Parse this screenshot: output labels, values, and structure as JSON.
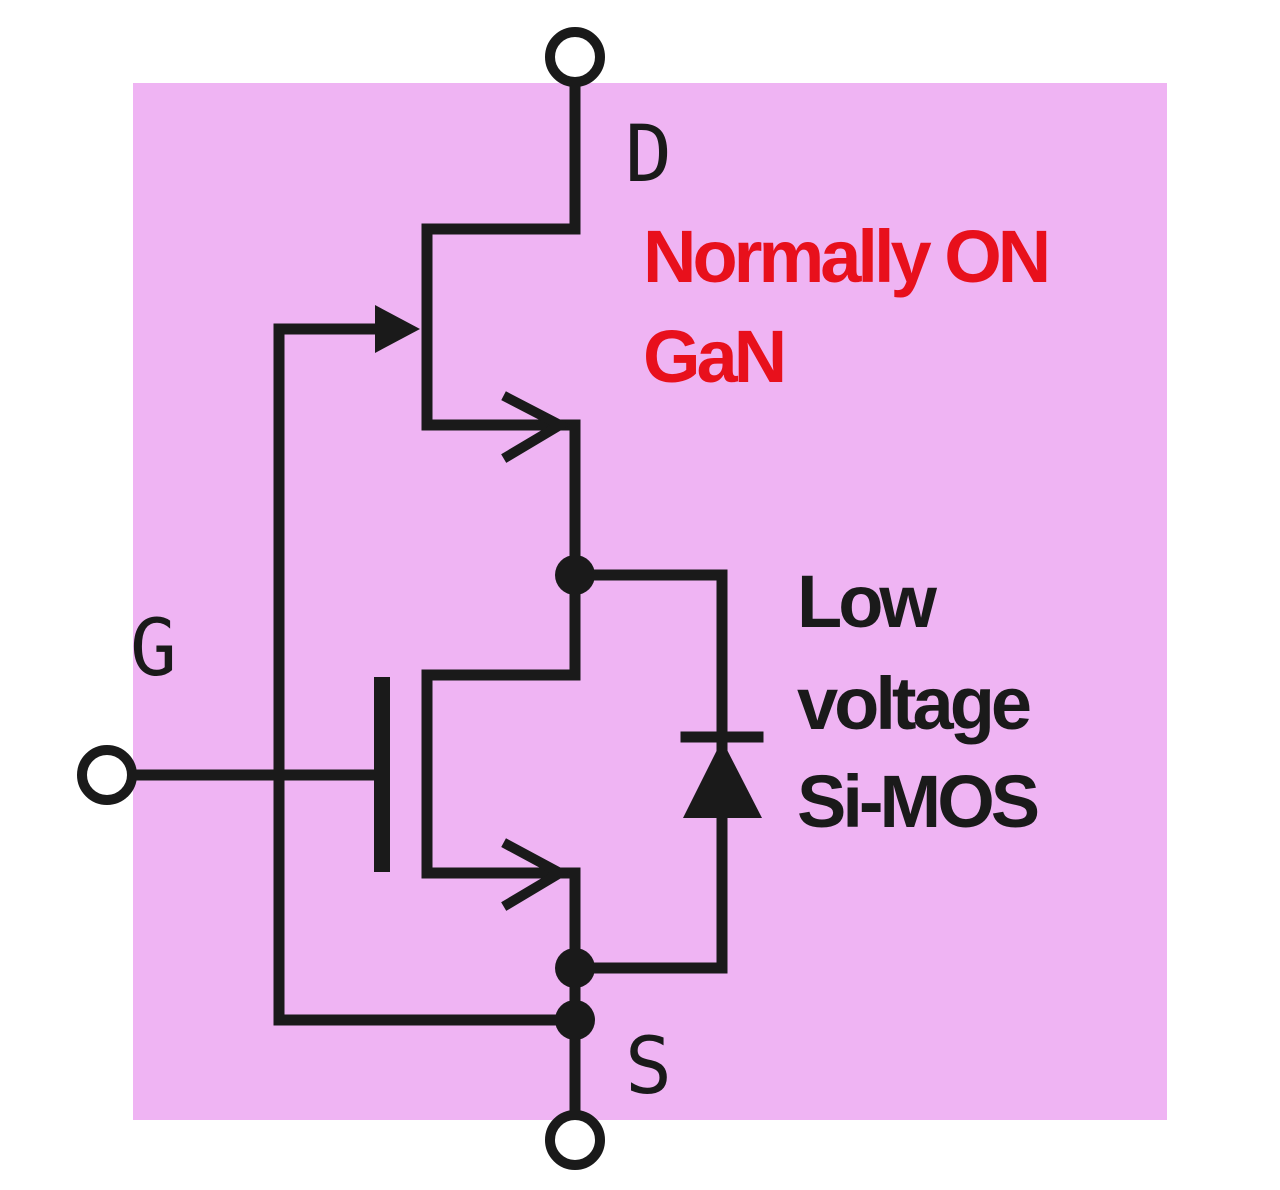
{
  "diagram": {
    "labels": {
      "drain": "D",
      "gate": "G",
      "source": "S",
      "gan_line1": "Normally ON",
      "gan_line2": "GaN",
      "mos_line1": "Low",
      "mos_line2": "voltage",
      "mos_line3": "Si-MOS"
    },
    "colors": {
      "background": "#efb4f3",
      "wire": "#1a1a1a",
      "gan_text": "#e8101c",
      "mos_text": "#1a1a1a"
    }
  }
}
